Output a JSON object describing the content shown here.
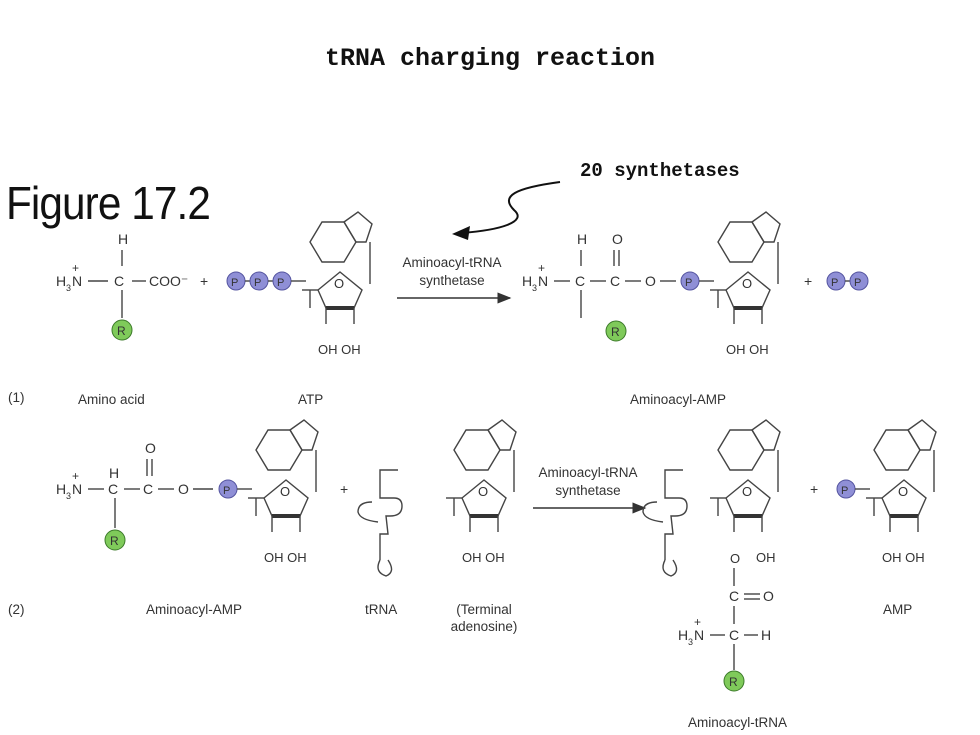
{
  "title": "tRNA charging reaction",
  "annotation": "20 synthetases",
  "figure_label": "Figure 17.2",
  "reaction1": {
    "step": "(1)",
    "enzyme_line1": "Aminoacyl-tRNA",
    "enzyme_line2": "synthetase",
    "labels": {
      "amino_acid": "Amino acid",
      "atp": "ATP",
      "product": "Aminoacyl-AMP"
    }
  },
  "reaction2": {
    "step": "(2)",
    "enzyme_line1": "Aminoacyl-tRNA",
    "enzyme_line2": "synthetase",
    "labels": {
      "substrate": "Aminoacyl-AMP",
      "trna": "tRNA",
      "terminal_line1": "(Terminal",
      "terminal_line2": "adenosine)",
      "amp": "AMP",
      "product": "Aminoacyl-tRNA"
    }
  },
  "glyphs": {
    "phosphate": "P",
    "r_group": "R",
    "plus": "+",
    "oh": "OH OH",
    "ring_o": "O"
  },
  "colors": {
    "phosphate_fill": "#8f8fd6",
    "r_group_fill": "#7fca5a"
  }
}
